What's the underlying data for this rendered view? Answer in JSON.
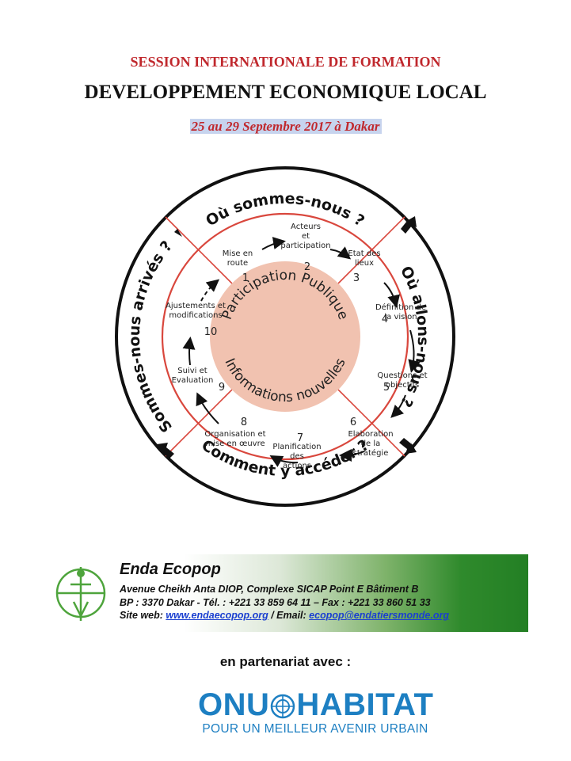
{
  "header": {
    "session": "SESSION INTERNATIONALE DE FORMATION",
    "title": "DEVELOPPEMENT ECONOMIQUE LOCAL",
    "date": "25 au 29 Septembre 2017 à Dakar"
  },
  "diagram": {
    "outer_top": "Où sommes-nous ?",
    "outer_right": "Où allons-nous ?",
    "outer_bottom": "Comment y accéder ?",
    "outer_left": "Sommes-nous arrivés ?",
    "center_top": "Participation Publique",
    "center_bottom": "Informations nouvelles",
    "steps": [
      {
        "num": "1",
        "label": [
          "Mise en",
          "route"
        ]
      },
      {
        "num": "2",
        "label": [
          "Acteurs",
          "et",
          "participation"
        ]
      },
      {
        "num": "3",
        "label": [
          "Etat des",
          "lieux"
        ]
      },
      {
        "num": "4",
        "label": [
          "Définition de",
          "la vision"
        ]
      },
      {
        "num": "5",
        "label": [
          "Questions et",
          "objectifs"
        ]
      },
      {
        "num": "6",
        "label": [
          "Elaboration",
          "de la",
          "stratégie"
        ]
      },
      {
        "num": "7",
        "label": [
          "Planification",
          "des",
          "actions"
        ]
      },
      {
        "num": "8",
        "label": [
          "Organisation et",
          "mise en œuvre"
        ]
      },
      {
        "num": "9",
        "label": [
          "Suivi et",
          "Evaluation"
        ]
      },
      {
        "num": "10",
        "label": [
          "Ajustements et",
          "modifications"
        ]
      }
    ],
    "colors": {
      "ring": "#d9473d",
      "center": "#f1c2b0",
      "dark": "#111111"
    }
  },
  "org": {
    "name": "Enda Ecopop",
    "address": "Avenue Cheikh Anta DIOP, Complexe SICAP Point E Bâtiment B",
    "contact": "BP : 3370 Dakar - Tél. : +221 33 859 64 11 –   Fax : +221 33 860 51 33",
    "web_label": "Site web: ",
    "web": "www.endaecopop.org",
    "sep": " / Email: ",
    "email": "ecopop@endatiersmonde.org"
  },
  "partner": {
    "label": "en partenariat avec :",
    "onu_left": "ONU",
    "onu_right": "HABITAT",
    "tagline": "POUR UN MEILLEUR AVENIR URBAIN"
  }
}
